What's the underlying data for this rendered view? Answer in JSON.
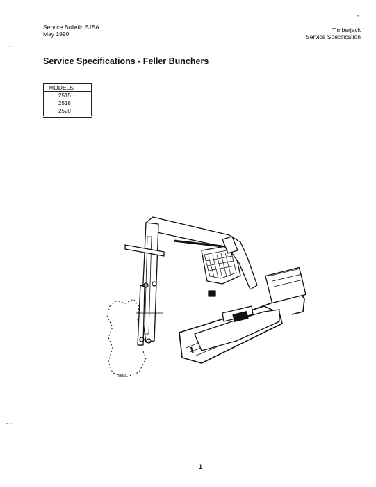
{
  "header": {
    "bulletin": "Service Bulletin 515A",
    "date": "May 1990",
    "company": "Timberjack",
    "section": "Service Specification"
  },
  "title": "Service Specifications - Feller Bunchers",
  "models": {
    "heading": "MODELS",
    "items": [
      "2515",
      "2518",
      "2520"
    ]
  },
  "figure": {
    "label": "8354",
    "icon": "feller-buncher-drawing"
  },
  "page_number": "1"
}
